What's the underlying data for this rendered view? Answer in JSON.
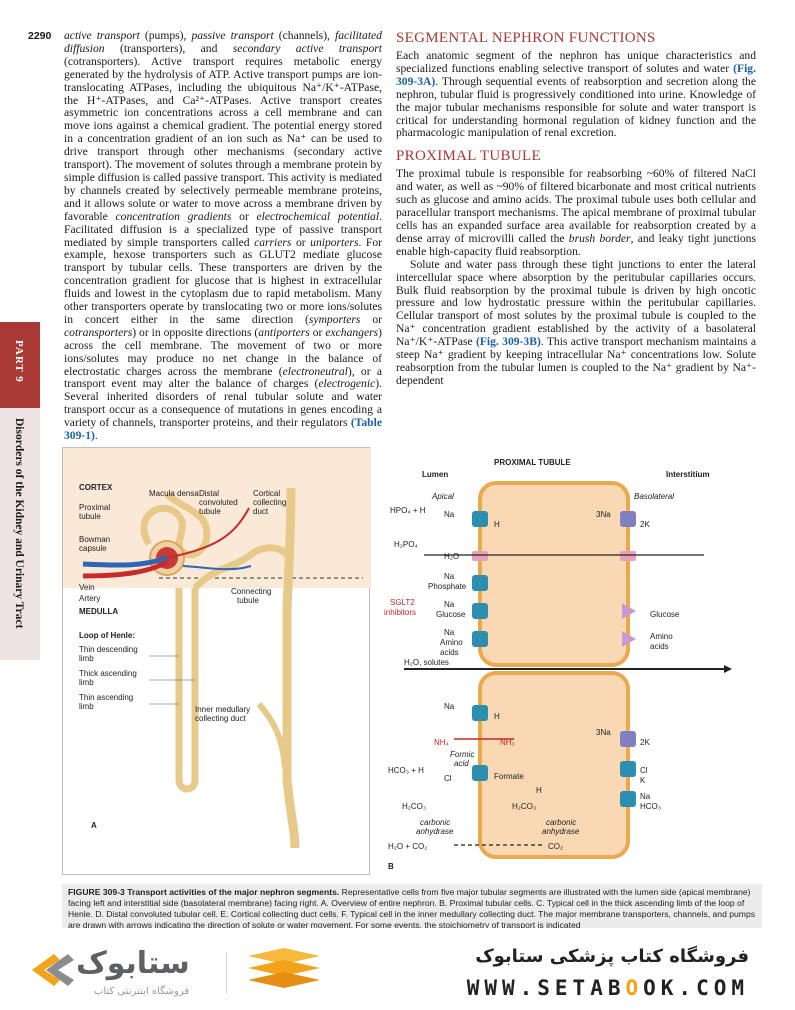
{
  "page": {
    "number": "2290"
  },
  "side_tab": {
    "part": "PART 9",
    "title": "Disorders of the Kidney and Urinary Tract"
  },
  "left_column": {
    "p1_a": "active transport",
    "p1_b": " (pumps), ",
    "p1_c": "passive transport",
    "p1_d": " (channels), ",
    "p1_e": "facilitated diffusion",
    "p1_f": " (transporters), and ",
    "p1_g": "secondary active transport",
    "p1_h": " (cotransporters). Active transport requires metabolic energy generated by the hydrolysis of ATP. Active transport pumps are ion-translocating ATPases, including the ubiquitous Na⁺/K⁺-ATPase, the H⁺-ATPases, and Ca²⁺-ATPases. Active transport creates asymmetric ion concentrations across a cell membrane and can move ions against a chemical gradient. The potential energy stored in a concentration gradient of an ion such as Na⁺ can be used to drive transport through other mechanisms (secondary active transport). The movement of solutes through a membrane protein by simple diffusion is called passive transport. This activity is mediated by channels created by selectively permeable membrane proteins, and it allows solute or water to move across a membrane driven by favorable ",
    "p1_i": "concentration gradients",
    "p1_j": " or ",
    "p1_k": "electrochemical potential",
    "p1_l": ". Facilitated diffusion is a specialized type of passive transport mediated by simple transporters called ",
    "p1_m": "carriers",
    "p1_n": " or ",
    "p1_o": "uniporters",
    "p1_p": ". For example, hexose transporters such as GLUT2 mediate glucose transport by tubular cells. These transporters are driven by the concentration gradient for glucose that is highest in extracellular fluids and lowest in the cytoplasm due to rapid metabolism. Many other transporters operate by translocating two or more ions/solutes in concert either in the same direction (",
    "p1_q": "symporters",
    "p1_r": " or ",
    "p1_s": "cotransporters",
    "p1_t": ") or in opposite directions (",
    "p1_u": "antiporters",
    "p1_v": " or ",
    "p1_w": "exchangers",
    "p1_x": ") across the cell membrane. The movement of two or more ions/solutes may produce no net change in the balance of electrostatic charges across the membrane (",
    "p1_y": "electroneutral",
    "p1_z": "), or a transport event may alter the balance of charges (",
    "p1_aa": "electrogenic",
    "p1_ab": "). Several inherited disorders of renal tubular solute and water transport occur as a consequence of mutations in genes encoding a variety of channels, transporter proteins, and their regulators ",
    "p1_ref": "(Table 309-1)",
    "p1_end": "."
  },
  "right_column": {
    "heading1": "SEGMENTAL NEPHRON FUNCTIONS",
    "p2_a": "Each anatomic segment of the nephron has unique characteristics and specialized functions enabling selective transport of solutes and water ",
    "p2_ref": "(Fig. 309-3A)",
    "p2_b": ". Through sequential events of reabsorption and secretion along the nephron, tubular fluid is progressively conditioned into urine. Knowledge of the major tubular mechanisms responsible for solute and water transport is critical for understanding hormonal regulation of kidney function and the pharmacologic manipulation of renal excretion.",
    "heading2": "PROXIMAL TUBULE",
    "p3_a": "The proximal tubule is responsible for reabsorbing ~60% of filtered NaCl and water, as well as ~90% of filtered bicarbonate and most critical nutrients such as glucose and amino acids. The proximal tubule uses both cellular and paracellular transport mechanisms. The apical membrane of proximal tubular cells has an expanded surface area available for reabsorption created by a dense array of microvilli called the ",
    "p3_b": "brush border",
    "p3_c": ", and leaky tight junctions enable high-capacity fluid reabsorption.",
    "p4_a": "Solute and water pass through these tight junctions to enter the lateral intercellular space where absorption by the peritubular capillaries occurs. Bulk fluid reabsorption by the proximal tubule is driven by high oncotic pressure and low hydrostatic pressure within the peritubular capillaries. Cellular transport of most solutes by the proximal tubule is coupled to the Na⁺ concentration gradient established by the activity of a basolateral Na⁺/K⁺-ATPase ",
    "p4_ref": "(Fig. 309-3B)",
    "p4_b": ". This active transport mechanism maintains a steep Na⁺ gradient by keeping intracellular Na⁺ concentrations low. Solute reabsorption from the tubular lumen is coupled to the Na⁺ gradient by Na⁺-dependent"
  },
  "figure_a": {
    "letter": "A",
    "cortex": "CORTEX",
    "macula_densa": "Macula densa",
    "distal1": "Distal",
    "distal2": "convoluted",
    "distal3": "tubule",
    "cortical1": "Cortical",
    "cortical2": "collecting",
    "cortical3": "duct",
    "proximal1": "Proximal",
    "proximal2": "tubule",
    "bowman1": "Bowman",
    "bowman2": "capsule",
    "vein": "Vein",
    "artery": "Artery",
    "medulla": "MEDULLA",
    "connecting1": "Connecting",
    "connecting2": "tubule",
    "loop": "Loop of Henle:",
    "thin_desc1": "Thin descending",
    "thin_desc2": "limb",
    "thick_asc1": "Thick ascending",
    "thick_asc2": "limb",
    "thin_asc1": "Thin ascending",
    "thin_asc2": "limb",
    "inner1": "Inner medullary",
    "inner2": "collecting duct"
  },
  "figure_b": {
    "letter": "B",
    "title": "PROXIMAL TUBULE",
    "lumen": "Lumen",
    "interstitium": "Interstitium",
    "apical": "Apical",
    "basolateral": "Basolateral",
    "hpo4_h": "HPO₄ + H",
    "h2po4": "H₂PO₄",
    "na": "Na",
    "h": "H",
    "three_na": "3Na",
    "two_k": "2K",
    "h2o": "H₂O",
    "phosphate": "Phosphate",
    "sglt2_1": "SGLT2",
    "sglt2_2": "inhibitors",
    "glucose": "Glucose",
    "amino1": "Amino",
    "amino2": "acids",
    "h2o_solutes": "H₂O, solutes",
    "nh4": "NH₄",
    "nh3": "NH₃",
    "formic1": "Formic",
    "formic2": "acid",
    "hco3_h": "HCO₃ + H",
    "cl": "Cl",
    "formate": "Formate",
    "k": "K",
    "hco3": "HCO₃",
    "h2co3": "H₂CO₃",
    "carbonic1": "carbonic",
    "carbonic2": "anhydrase",
    "h2o_co2": "H₂O + CO₂",
    "co2": "CO₂"
  },
  "caption": {
    "label": "FIGURE 309-3  Transport activities of the major nephron segments.",
    "text": " Representative cells from five major tubular segments are illustrated with the lumen side (apical membrane) facing left and interstitial side (basolateral membrane) facing right. A. Overview of entire nephron. B. Proximal tubular cells. C. Typical cell in the thick ascending limb of the loop of Henle. D. Distal convoluted tubular cell. E. Cortical collecting duct cells. F. Typical cell in the inner medullary collecting duct. The major membrane transporters, channels, and pumps are drawn with arrows indicating the direction of solute or water movement. For some events, the stoichiometry of transport is indicated"
  },
  "banner": {
    "logo": "ستابوک",
    "logo_sub": "فروشگاه اینترنتی کتاب",
    "store_name": "فروشگاه کتاب پزشکی ستابوک",
    "url_a": "WWW.SETAB",
    "url_o": "O",
    "url_b": "OK.COM",
    "accent": "#f3a21b"
  }
}
